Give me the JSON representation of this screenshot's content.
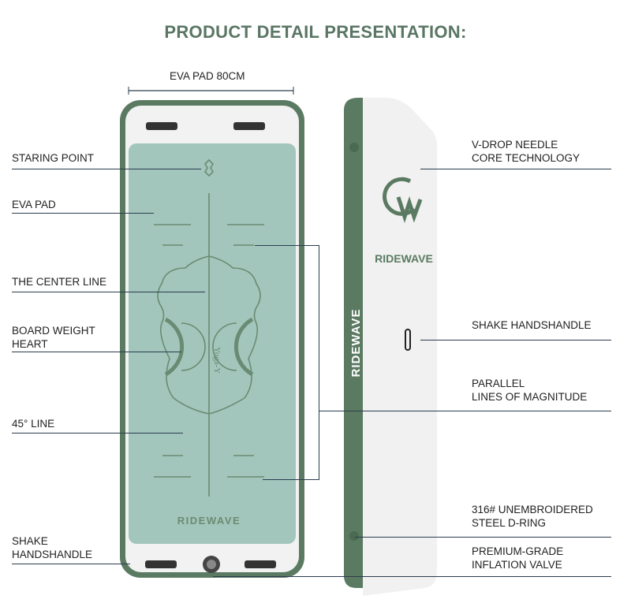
{
  "title": "PRODUCT DETAIL PRESENTATION:",
  "dimension_label": "EVA PAD 80CM",
  "left_labels": {
    "starting_point": "STARING POINT",
    "eva_pad": "EVA PAD",
    "center_line": "THE CENTER LINE",
    "board_weight_1": "BOARD WEIGHT",
    "board_weight_2": "HEART",
    "line_45": "45° LINE",
    "shake_1": "SHAKE",
    "shake_2": "HANDSHANDLE"
  },
  "right_labels": {
    "vdrop_1": "V-DROP NEEDLE",
    "vdrop_2": "CORE TECHNOLOGY",
    "shake": "SHAKE HANDSHANDLE",
    "parallel_1": "PARALLEL",
    "parallel_2": "LINES OF MAGNITUDE",
    "dring_1": "316# UNEMBROIDERED",
    "dring_2": "STEEL D-RING",
    "valve_1": "PREMIUM-GRADE",
    "valve_2": "INFLATION VALVE"
  },
  "brand": "RIDEWAVE",
  "pad_text": "Yoga-Y",
  "colors": {
    "brand_green": "#5a7664",
    "pad": "#a2c6bb",
    "line": "#2b3d4d"
  }
}
